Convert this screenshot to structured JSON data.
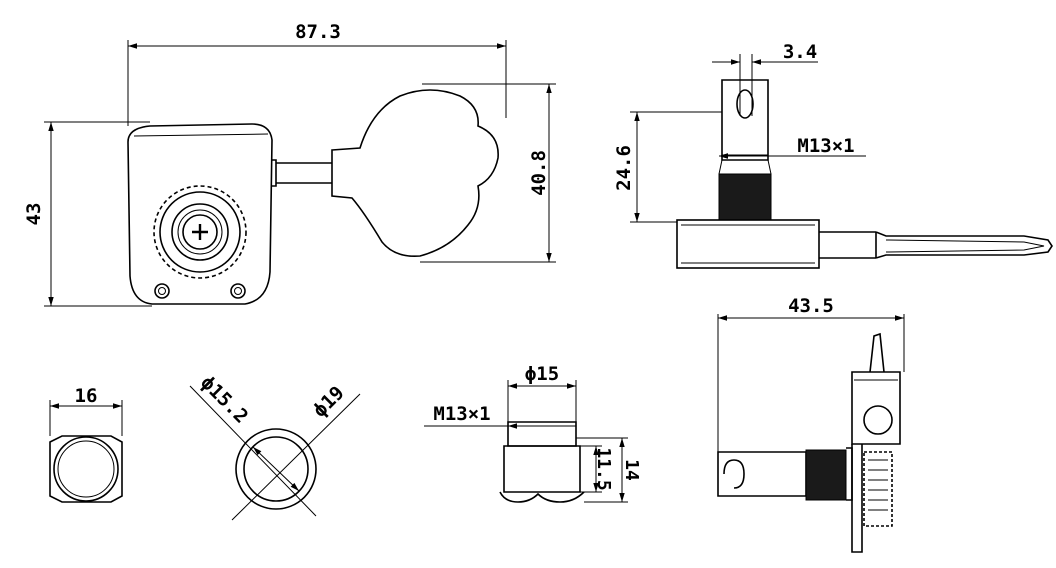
{
  "drawing": {
    "dimensions": {
      "front_width": "87.3",
      "front_height": "43",
      "button_height": "40.8",
      "post_diameter": "3.4",
      "thread_callout_side": "M13×1",
      "post_height": "24.6",
      "side_width": "43.5",
      "nut_hex": "16",
      "washer_inner": "ϕ15.2",
      "washer_outer": "ϕ19",
      "bushing_diameter": "ϕ15",
      "thread_callout_bushing": "M13×1",
      "bushing_inner_height": "11.5",
      "bushing_height": "14"
    },
    "colors": {
      "ink": "#000000",
      "paper": "#ffffff"
    }
  }
}
